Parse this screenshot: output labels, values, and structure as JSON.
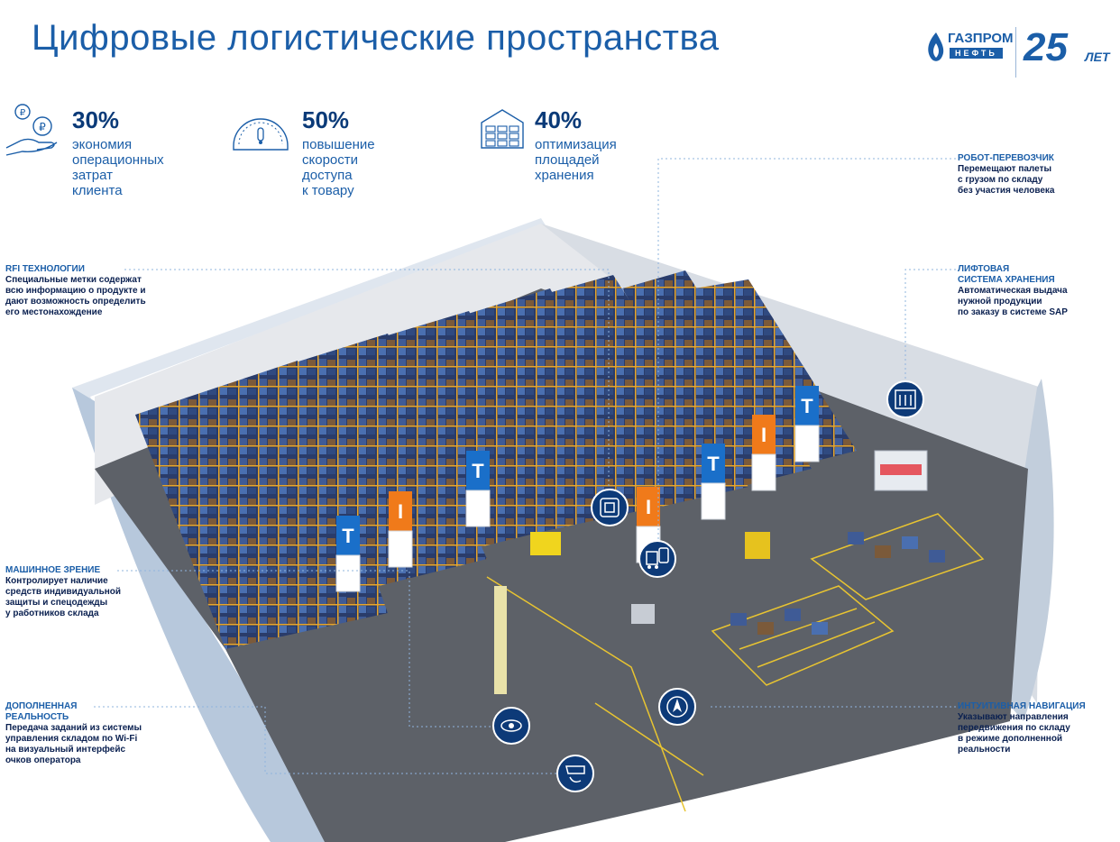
{
  "header": {
    "title": "Цифровые логистические пространства",
    "logo": {
      "brand": "ГАЗПРОМ",
      "brand_sub": "НЕФТЬ",
      "jubilee_number": "25",
      "jubilee_word": "ЛЕТ"
    }
  },
  "stats": [
    {
      "icon": "hand-coins-icon",
      "value": "30%",
      "description": "экономия\nоперационных\nзатрат клиента"
    },
    {
      "icon": "speedometer-icon",
      "value": "50%",
      "description": "повышение\nскорости доступа\nк товару"
    },
    {
      "icon": "warehouse-icon",
      "value": "40%",
      "description": "оптимизация\nплощадей\nхранения"
    }
  ],
  "features": {
    "rfi": {
      "title": "RFI ТЕХНОЛОГИИ",
      "text": "Специальные метки содержат\nвсю информацию о продукте и\nдают возможность определить\nего местонахождение"
    },
    "robot": {
      "title": "РОБОТ-ПЕРЕВОЗЧИК",
      "text": "Перемещают палеты\nс грузом по складу\nбез участия человека"
    },
    "lift": {
      "title": "ЛИФТОВАЯ\nСИСТЕМА ХРАНЕНИЯ",
      "text": "Автоматическая выдача\nнужной продукции\nпо заказу в системе SAP"
    },
    "vision": {
      "title": "МАШИННОЕ ЗРЕНИЕ",
      "text": "Контролирует наличие\nсредств индивидуальной\nзащиты и спецодежды\nу работников склада"
    },
    "ar": {
      "title": "ДОПОЛНЕННАЯ\nРЕАЛЬНОСТЬ",
      "text": "Передача заданий из системы\nуправления складом по Wi-Fi\nна визуальный интерфейс\nочков оператора"
    },
    "nav": {
      "title": "ИНТУИТИВНАЯ НАВИГАЦИЯ",
      "text": "Указывают направления\nпередвижения по складу\nв режиме дополненной\nреальности"
    }
  },
  "banners": [
    "Т",
    "I",
    "Т",
    "I",
    "Т",
    "I",
    "Т"
  ],
  "colors": {
    "brand_blue": "#1b5ea8",
    "dark_blue": "#0a3a78",
    "banner_blue": "#1a6fc9",
    "banner_orange": "#f07a1a",
    "floor": "#5d6168",
    "rack_orange": "#e8a62a"
  }
}
